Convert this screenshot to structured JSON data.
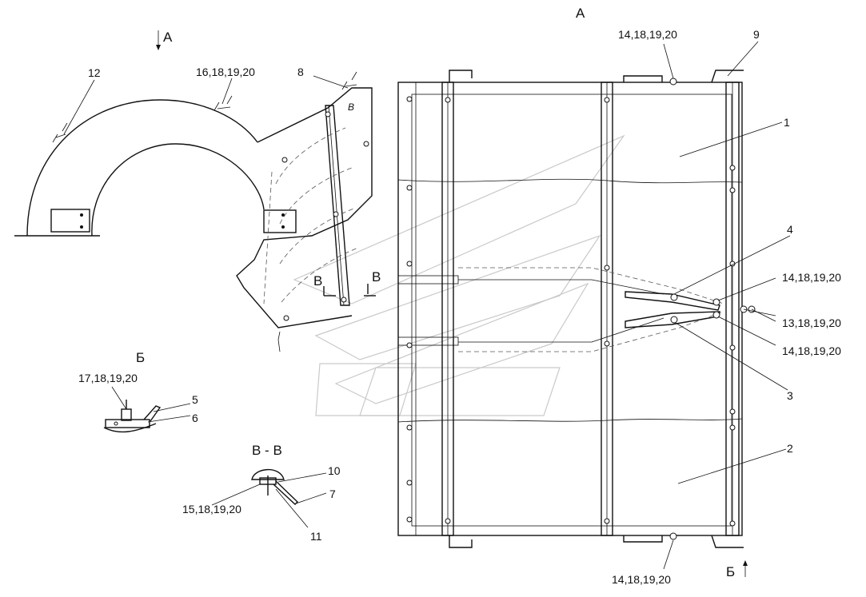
{
  "view_titles": {
    "view_a_top": "А",
    "view_a_arrow": "А",
    "view_b": "Б",
    "view_b_arrow": "Б",
    "section_vv": "В - В",
    "section_mark_left": "В",
    "section_mark_right": "В",
    "small_mark": "В"
  },
  "callouts": {
    "c1": "1",
    "c2": "2",
    "c3": "3",
    "c4": "4",
    "c5": "5",
    "c6": "6",
    "c7": "7",
    "c8": "8",
    "c9": "9",
    "c10": "10",
    "c11": "11",
    "c12": "12",
    "c13": "13,18,19,20",
    "c14_top": "14,18,19,20",
    "c14_right_upper": "14,18,19,20",
    "c14_right_lower": "14,18,19,20",
    "c14_bottom": "14,18,19,20",
    "c15": "15,18,19,20",
    "c16": "16,18,19,20",
    "c17": "17,18,19,20"
  },
  "colors": {
    "line": "#111111",
    "watermark": "#c9c9c9"
  }
}
